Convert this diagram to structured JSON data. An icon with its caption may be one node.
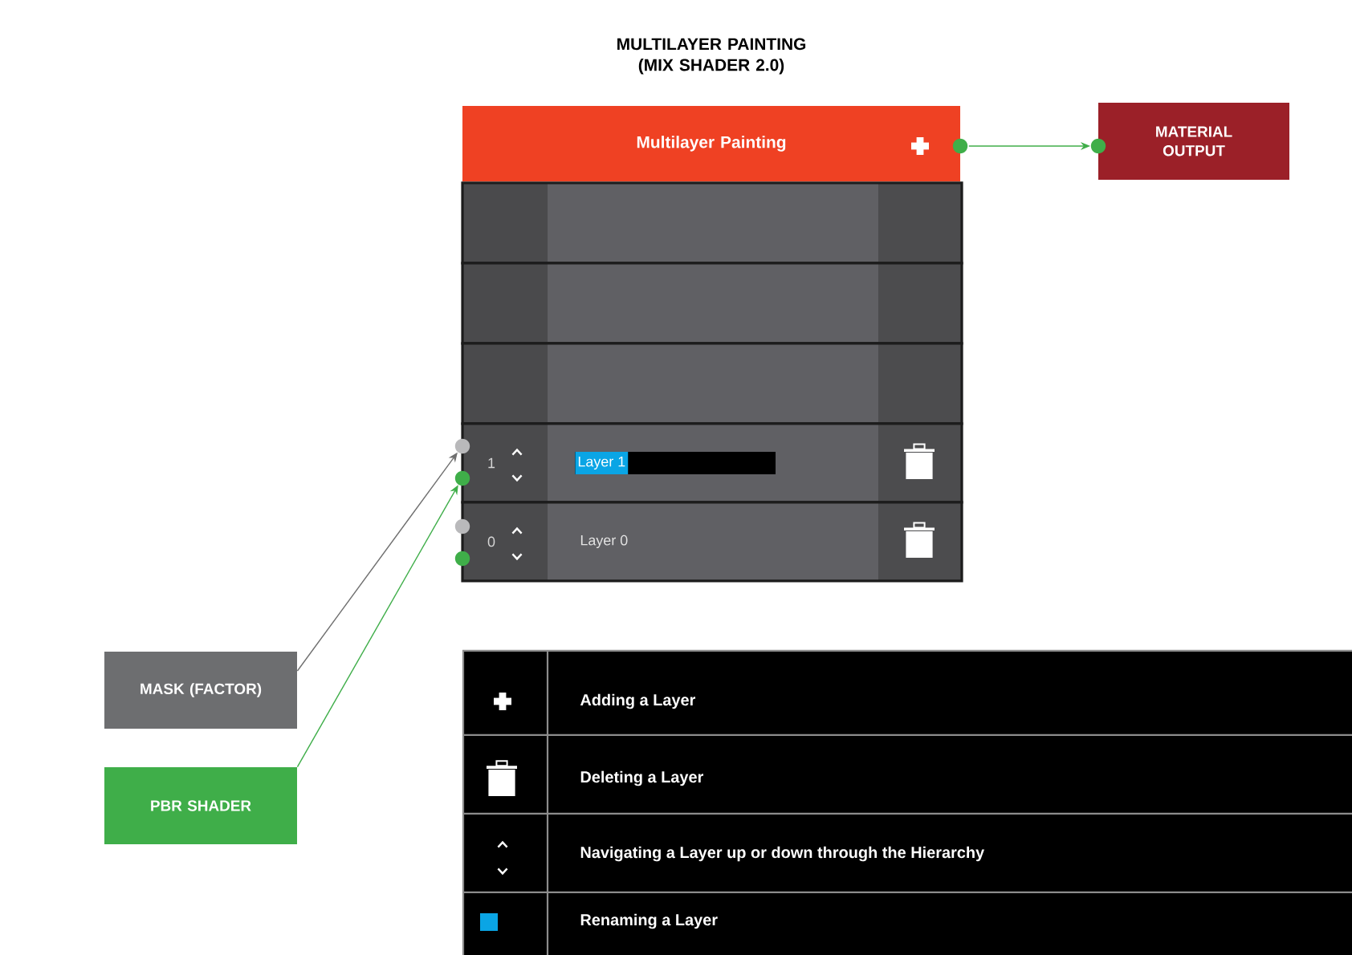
{
  "diagram": {
    "title": "MULTILAYER PAINTING (MIX SHADER 2.0)",
    "nodes": [
      {
        "text": [
          "Multilayer Painting"
        ]
      },
      {
        "text": [
          "MATERIAL OUTPUT"
        ]
      },
      {
        "text": [],
        "shape": "box"
      },
      {
        "text": [],
        "shape": "box"
      },
      {
        "text": [],
        "shape": "box"
      },
      {
        "text": [
          "1",
          "Layer 1"
        ]
      },
      {
        "text": [
          "0",
          "Layer 0"
        ]
      },
      {
        "text": [
          "MASK (FACTOR)"
        ]
      },
      {
        "text": [
          "PBR SHADER"
        ]
      }
    ],
    "edges": [
      {
        "from": 0,
        "to": 1,
        "arrow": "to"
      },
      {
        "from": 7,
        "to": 5,
        "arrow": "to",
        "color": "#6f6f6f"
      },
      {
        "from": 8,
        "to": 5,
        "arrow": "to"
      }
    ],
    "legend": [
      {
        "text": "Adding a Layer"
      },
      {
        "text": "Deleting a Layer"
      },
      {
        "text": "Navigating a Layer up or down through the Hierarchy"
      },
      {
        "text": "Renaming a Layer",
        "color": "#0aa5e5"
      }
    ]
  }
}
